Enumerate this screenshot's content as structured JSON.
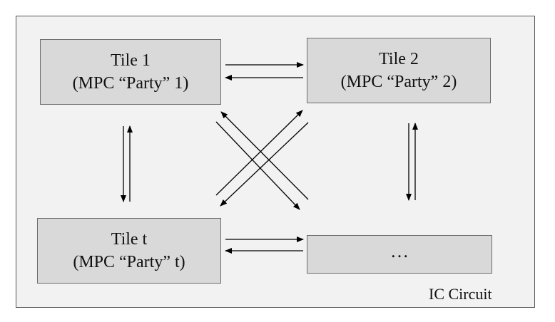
{
  "tiles": {
    "tile1": {
      "name": "Tile 1",
      "party": "(MPC “Party” 1)"
    },
    "tile2": {
      "name": "Tile 2",
      "party": "(MPC “Party” 2)"
    },
    "tilet": {
      "name": "Tile t",
      "party": "(MPC “Party” t)"
    },
    "ellipsis": {
      "text": "…"
    }
  },
  "circuit": {
    "label": "IC Circuit"
  },
  "colors": {
    "tile_fill": "#d9d9d9",
    "circuit_fill": "#f2f2f2",
    "line": "#000000"
  }
}
